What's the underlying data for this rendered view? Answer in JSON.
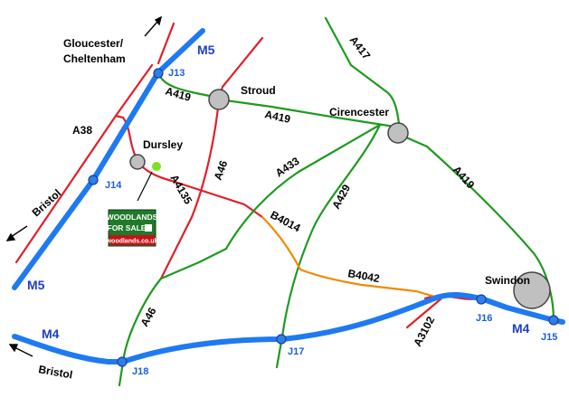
{
  "colors": {
    "motorway": "#1e7af0",
    "a_road_red": "#e0202a",
    "a_road_green": "#1e9a1e",
    "b_road_orange": "#f08a00",
    "junction_fill": "#2f7fe8",
    "town_fill": "#c0c0c0",
    "marker": "#7ee020",
    "sign_green": "#1f7a2a",
    "sign_red": "#c8101a"
  },
  "directions": {
    "gloucester": "Gloucester/\nCheltenham",
    "gloucester_line1": "Gloucester/",
    "gloucester_line2": "Cheltenham",
    "bristol_sw": "Bristol",
    "bristol_w": "Bristol"
  },
  "motorways": {
    "m5_top": "M5",
    "m5_bottom": "M5",
    "m4_left": "M4",
    "m4_right": "M4"
  },
  "junctions": {
    "j13": "J13",
    "j14": "J14",
    "j15": "J15",
    "j16": "J16",
    "j17": "J17",
    "j18": "J18"
  },
  "towns": {
    "stroud": "Stroud",
    "dursley": "Dursley",
    "cirencester": "Cirencester",
    "swindon": "Swindon"
  },
  "roads": {
    "a38": "A38",
    "a419_stroud": "A419",
    "a419_mid": "A419",
    "a419_east": "A419",
    "a417": "A417",
    "a46_north": "A46",
    "a46_south": "A46",
    "a433": "A433",
    "a429": "A429",
    "a4135": "A4135",
    "b4014": "B4014",
    "b4042": "B4042",
    "a3102": "A3102"
  },
  "sign": {
    "line1": "WOODLANDS",
    "line2": "FOR SALE",
    "line3": "woodlands.co.uk"
  }
}
